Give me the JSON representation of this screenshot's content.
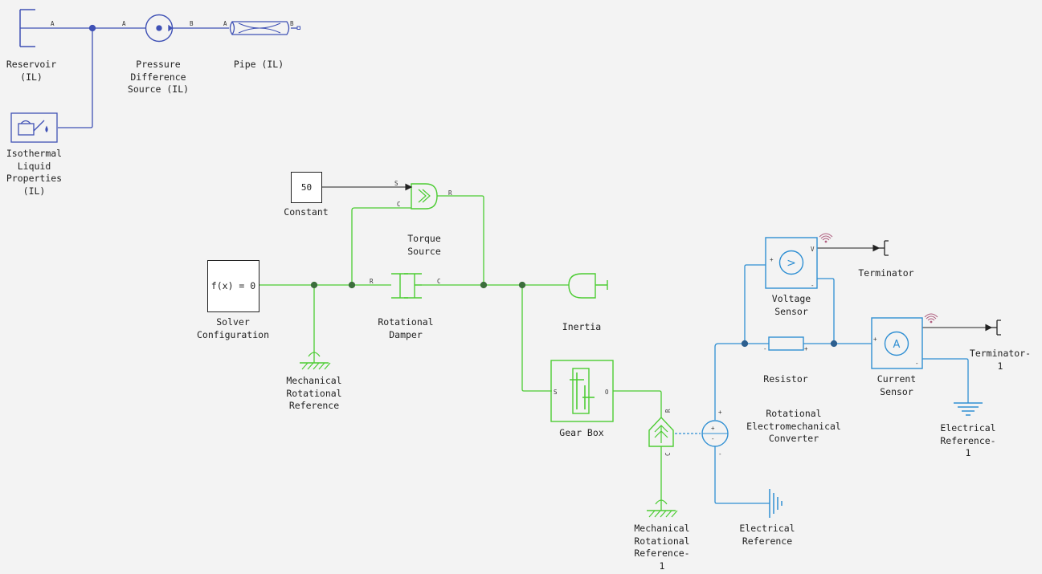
{
  "diagram": {
    "colors": {
      "isothermal_liquid": "#3f51b5",
      "mechanical_rotational": "#4ccc33",
      "electrical": "#2f8fd3",
      "signal": "#222222",
      "background": "#f3f3f3"
    },
    "blocks": {
      "reservoir": "Reservoir\n(IL)",
      "pressure_source": "Pressure\nDifference\nSource (IL)",
      "pipe": "Pipe (IL)",
      "il_properties": "Isothermal\nLiquid\nProperties\n(IL)",
      "constant": "Constant",
      "constant_value": "50",
      "torque_source": "Torque\nSource",
      "solver": "Solver\nConfiguration",
      "solver_text": "f(x) = 0",
      "mech_ref": "Mechanical\nRotational\nReference",
      "damper": "Rotational\nDamper",
      "inertia": "Inertia",
      "gearbox": "Gear Box",
      "mech_ref1": "Mechanical\nRotational\nReference-\n1",
      "voltage_sensor": "Voltage\nSensor",
      "terminator": "Terminator",
      "resistor": "Resistor",
      "current_sensor": "Current\nSensor",
      "terminator1": "Terminator-\n1",
      "converter": "Rotational\nElectromechanical\nConverter",
      "elec_ref": "Electrical\nReference",
      "elec_ref1": "Electrical\nReference-\n1"
    },
    "ports": {
      "a": "A",
      "b": "B",
      "s": "S",
      "c": "C",
      "r": "R",
      "o": "O",
      "v": "V",
      "plus": "+",
      "minus": "-"
    },
    "sensor_glyphs": {
      "voltage": ">",
      "current": "A"
    }
  }
}
